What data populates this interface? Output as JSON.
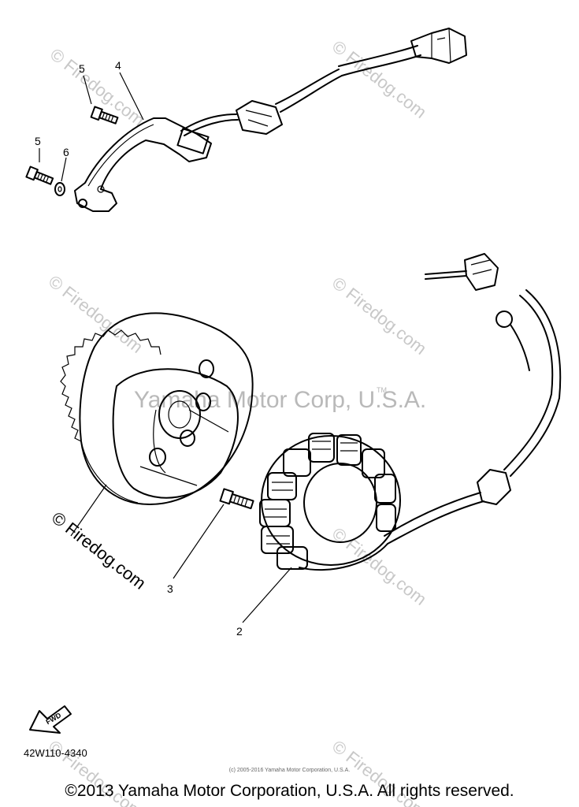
{
  "callouts": {
    "c2": "2",
    "c3": "3",
    "c4": "4",
    "c5a": "5",
    "c5b": "5",
    "c6": "6"
  },
  "watermarks": {
    "firedog": "© Firedog.com",
    "firedog_text": "Firedog.com",
    "firedog_symbol": "©",
    "center": "Yamaha Motor Corp, U.S.A.",
    "tm": "TM"
  },
  "fwd_label": "FWD",
  "part_code": "42W110-4340",
  "copyright_small": "(c) 2005-2016 Yamaha Motor Corporation, U.S.A.",
  "copyright_main": "©2013 Yamaha Motor Corporation, U.S.A. All rights reserved."
}
